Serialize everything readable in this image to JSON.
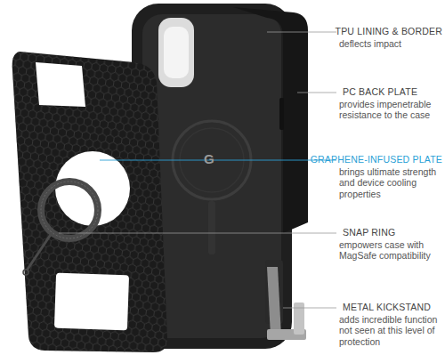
{
  "diagram": {
    "labels": [
      "TPU LINING & BORDER",
      "deflects impact",
      "PC BACK PLATE",
      "provides impenetrable resistance to the case",
      "GRAPHENE-INFUSED PLATE",
      "brings ultimate strength and device cooling properties",
      "SNAP RING",
      "empowers case with MagSafe compatibility",
      "METAL KICKSTAND",
      "adds incredible function not seen at this level of protection",
      "G"
    ]
  }
}
